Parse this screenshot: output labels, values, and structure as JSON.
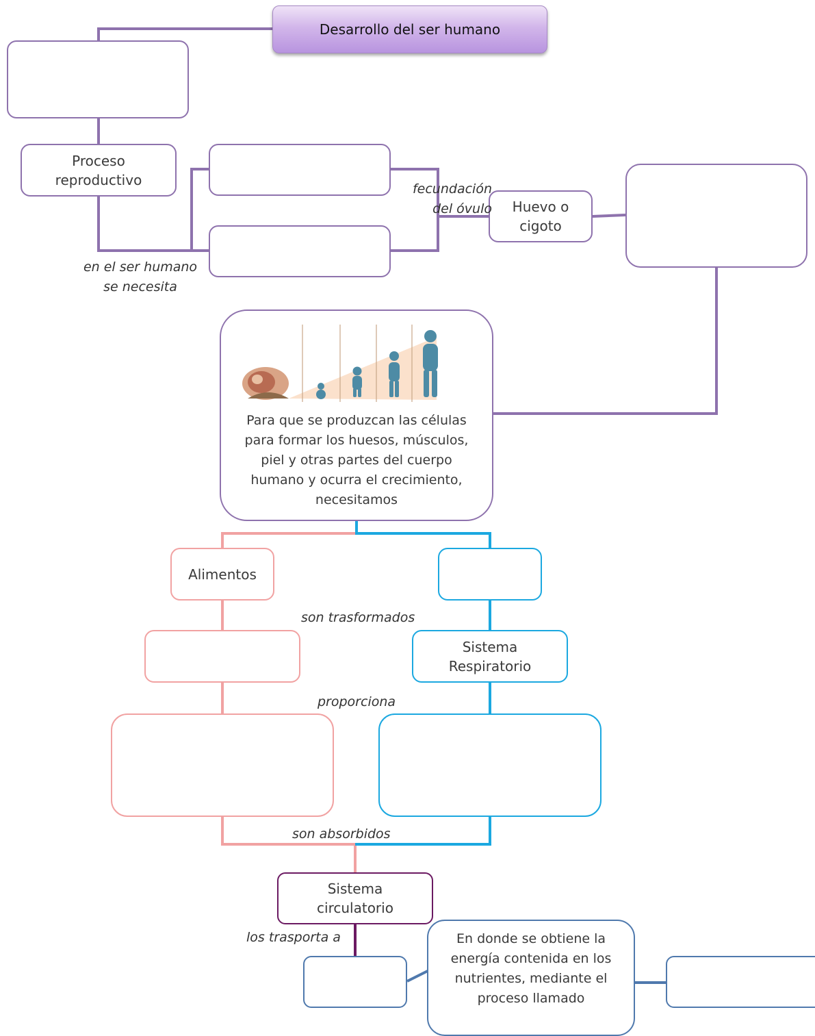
{
  "title": "Desarrollo del ser humano",
  "nodes": {
    "proceso": "Proceso reproductivo",
    "huevo": "Huevo o cigoto",
    "para_que": "Para que se produzcan las células para formar los huesos, músculos, piel y otras partes del cuerpo humano  y ocurra el  crecimiento, necesitamos",
    "alimentos": "Alimentos",
    "respiratorio": "Sistema Respiratorio",
    "circulatorio": "Sistema circulatorio",
    "en_donde": "En donde se obtiene la energía contenida en los nutrientes, mediante el proceso llamado"
  },
  "labels": {
    "en_el_ser": "en el ser humano\nse  necesita",
    "fecundacion": "fecundación\ndel óvulo",
    "son_trasformados": "son trasformados",
    "proporciona": "proporciona",
    "son_absorbidos": "son absorbidos",
    "los_trasporta": "los trasporta a"
  },
  "colors": {
    "purple": "#8e72ad",
    "pink": "#f1a2a2",
    "cyan": "#1ba8e0",
    "plum": "#6b1a62",
    "steel": "#4f79ad",
    "title_fill": "#c9a9e6"
  },
  "image": {
    "subject": "human-growth-stages-illustration"
  }
}
